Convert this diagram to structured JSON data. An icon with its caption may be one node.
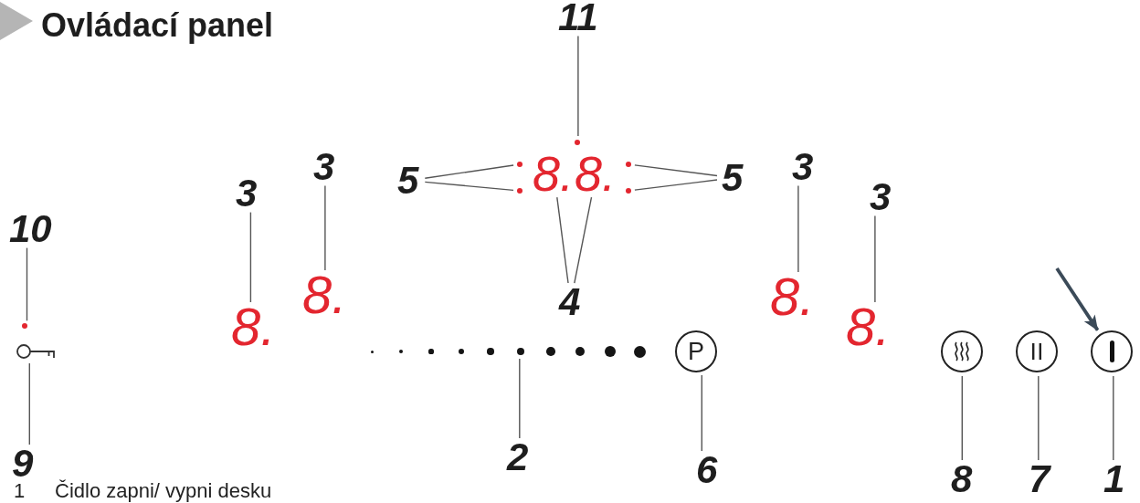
{
  "diagram": {
    "title": "Ovládací panel",
    "nodes": [
      {
        "text": [
          "11"
        ]
      },
      {
        "text": [],
        "shape": "circle"
      },
      {
        "text": [
          "3"
        ]
      },
      {
        "text": [
          "3"
        ]
      },
      {
        "text": [
          "5"
        ]
      },
      {
        "text": [],
        "shape": "circle"
      },
      {
        "text": [],
        "shape": "circle"
      },
      {
        "text": [
          "8."
        ]
      },
      {
        "text": [
          "8."
        ]
      },
      {
        "text": [],
        "shape": "circle"
      },
      {
        "text": [],
        "shape": "circle"
      },
      {
        "text": [
          "5"
        ]
      },
      {
        "text": [
          "3"
        ]
      },
      {
        "text": [
          "3"
        ]
      },
      {
        "text": [
          "10"
        ]
      },
      {
        "text": [
          "8."
        ]
      },
      {
        "text": [
          "8."
        ]
      },
      {
        "text": [
          "4"
        ]
      },
      {
        "text": [
          "8."
        ]
      },
      {
        "text": [
          "8."
        ]
      },
      {
        "text": [],
        "shape": "circle"
      },
      {
        "text": [],
        "shape": "picture"
      },
      {
        "text": [],
        "shape": "circle"
      },
      {
        "text": [],
        "shape": "circle"
      },
      {
        "text": [],
        "shape": "circle"
      },
      {
        "text": [],
        "shape": "circle"
      },
      {
        "text": [],
        "shape": "circle"
      },
      {
        "text": [],
        "shape": "circle"
      },
      {
        "text": [],
        "shape": "circle"
      },
      {
        "text": [],
        "shape": "circle"
      },
      {
        "text": [],
        "shape": "circle"
      },
      {
        "text": [],
        "shape": "circle"
      },
      {
        "text": [
          "P"
        ]
      },
      {
        "text": [],
        "shape": "circle"
      },
      {
        "text": [],
        "shape": "circle"
      },
      {
        "text": [],
        "shape": "circle"
      },
      {
        "text": [
          "9"
        ]
      },
      {
        "text": [
          "2"
        ]
      },
      {
        "text": [
          "6"
        ]
      },
      {
        "text": [
          "8"
        ]
      },
      {
        "text": [
          "7"
        ]
      },
      {
        "text": [
          "1"
        ]
      }
    ],
    "edges": [
      {
        "from": 0,
        "to": 1,
        "arrow": "none"
      },
      {
        "from": 2,
        "to": 15,
        "arrow": "none"
      },
      {
        "from": 3,
        "to": 16,
        "arrow": "none"
      },
      {
        "from": 4,
        "to": 5,
        "arrow": "none"
      },
      {
        "from": 4,
        "to": 6,
        "arrow": "none"
      },
      {
        "from": 11,
        "to": 9,
        "arrow": "none"
      },
      {
        "from": 11,
        "to": 10,
        "arrow": "none"
      },
      {
        "from": 12,
        "to": 18,
        "arrow": "none"
      },
      {
        "from": 13,
        "to": 19,
        "arrow": "none"
      },
      {
        "from": 14,
        "to": 20,
        "arrow": "none"
      },
      {
        "from": 17,
        "to": 7,
        "arrow": "none"
      },
      {
        "from": 17,
        "to": 8,
        "arrow": "none"
      },
      {
        "from": 36,
        "to": 21,
        "arrow": "none"
      },
      {
        "from": 37,
        "to": 27,
        "arrow": "none"
      },
      {
        "from": 38,
        "to": 32,
        "arrow": "none"
      },
      {
        "from": 39,
        "to": 33,
        "arrow": "none"
      },
      {
        "from": 40,
        "to": 34,
        "arrow": "none"
      },
      {
        "from": 41,
        "to": 35,
        "arrow": "none"
      },
      {
        "from": null,
        "to": 35,
        "arrow": "to",
        "style": "thick",
        "color": "#3b4a58"
      }
    ],
    "labels": [
      "1",
      "Čidlo zapni/ vypni desku"
    ]
  }
}
